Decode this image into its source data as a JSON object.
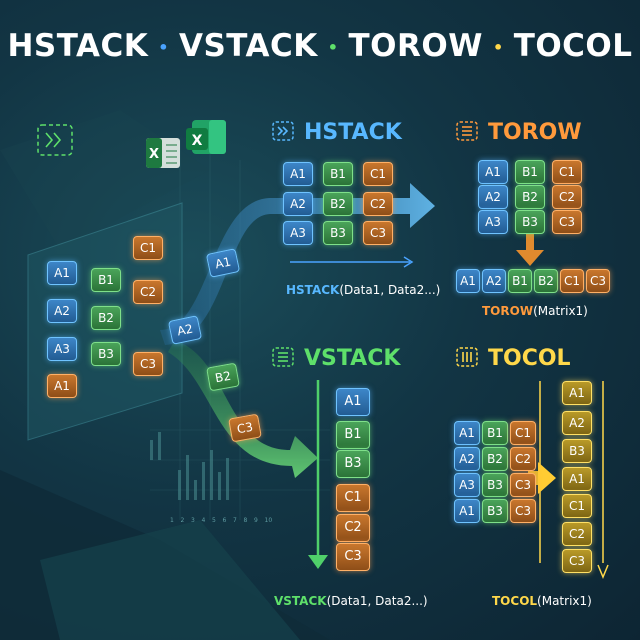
{
  "title": {
    "part1": "HSTACK",
    "part2": "VSTACK",
    "part3": "TOROW",
    "part4": "TOCOL",
    "separator": "•"
  },
  "sections": {
    "hstack": {
      "heading": "HSTACK",
      "formula_fn": "HSTACK",
      "formula_args": "(Data1, Data2...)"
    },
    "vstack": {
      "heading": "VSTACK",
      "formula_fn": "VSTACK",
      "formula_args": "(Data1, Data2...)"
    },
    "torow": {
      "heading": "TOROW",
      "formula_fn": "TOROW",
      "formula_args": "(Matrix1)"
    },
    "tocol": {
      "heading": "TOCOL",
      "formula_fn": "TOCOL",
      "formula_args": "(Matrix1)"
    }
  },
  "source_cells": [
    "A1",
    "A2",
    "A3",
    "A1",
    "B1",
    "B2",
    "B3",
    "C1",
    "C2",
    "C3"
  ],
  "flow_cells": [
    "A1",
    "A2",
    "B2",
    "C3"
  ],
  "hstack_grid": [
    [
      "A1",
      "B1",
      "C1"
    ],
    [
      "A2",
      "B2",
      "C2"
    ],
    [
      "A3",
      "B3",
      "C3"
    ]
  ],
  "vstack_column": [
    "A1",
    "B1",
    "B3",
    "C1",
    "C2",
    "C3"
  ],
  "torow_grid": [
    [
      "A1",
      "B1",
      "C1"
    ],
    [
      "A2",
      "B2",
      "C2"
    ],
    [
      "A3",
      "B3",
      "C3"
    ]
  ],
  "torow_row": [
    "A1",
    "A2",
    "B1",
    "B2",
    "C1",
    "C3"
  ],
  "tocol_grid": [
    [
      "A1",
      "B1",
      "C1"
    ],
    [
      "A2",
      "B2",
      "C2"
    ],
    [
      "A3",
      "B3",
      "C3"
    ],
    [
      "A1",
      "B3",
      "C3"
    ]
  ],
  "tocol_column": [
    "A1",
    "A2",
    "B3",
    "A1",
    "C1",
    "C2",
    "C3"
  ],
  "axis_ticks": [
    "1",
    "2",
    "3",
    "4",
    "5",
    "6",
    "7",
    "8",
    "9",
    "10"
  ],
  "colors": {
    "blue": "#4aa3ff",
    "green": "#5ee06a",
    "orange": "#ff9a3c",
    "yellow": "#ffd84a"
  },
  "icons": [
    "stack-icon",
    "excel-sheet-icon",
    "excel-logo-icon",
    "hstack-icon",
    "vstack-icon",
    "torow-icon",
    "tocol-icon"
  ]
}
